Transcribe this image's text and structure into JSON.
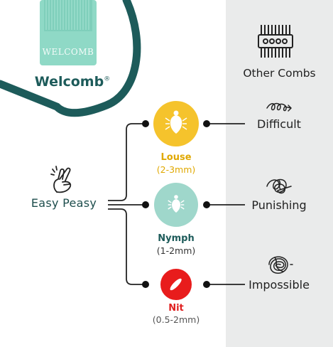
{
  "brand": {
    "name": "Welcomb",
    "trademark": "®",
    "comb_engraving": "WELCOMB"
  },
  "left": {
    "label": "Easy Peasy",
    "icon": "fingers-crossed-icon"
  },
  "right": {
    "title": "Other Combs",
    "icon": "comb-icon"
  },
  "stages": [
    {
      "name": "Louse",
      "size": "(2-3mm)",
      "color": "#f5c32c",
      "name_color": "#e0a800",
      "icon": "louse-icon"
    },
    {
      "name": "Nymph",
      "size": "(1-2mm)",
      "color": "#9fd7cb",
      "name_color": "#1d5b5a",
      "icon": "nymph-icon"
    },
    {
      "name": "Nit",
      "size": "(0.5-2mm)",
      "color": "#e81c1c",
      "name_color": "#e02020",
      "icon": "nit-icon"
    }
  ],
  "difficulties": [
    {
      "label": "Difficult",
      "icon": "mild-scribble-icon"
    },
    {
      "label": "Punishing",
      "icon": "tangled-scribble-icon"
    },
    {
      "label": "Impossible",
      "icon": "knot-scribble-icon"
    }
  ],
  "colors": {
    "brand_teal": "#1d5b5a",
    "comb_mint": "#8fd9c6",
    "panel_gray": "#eaebeb"
  }
}
